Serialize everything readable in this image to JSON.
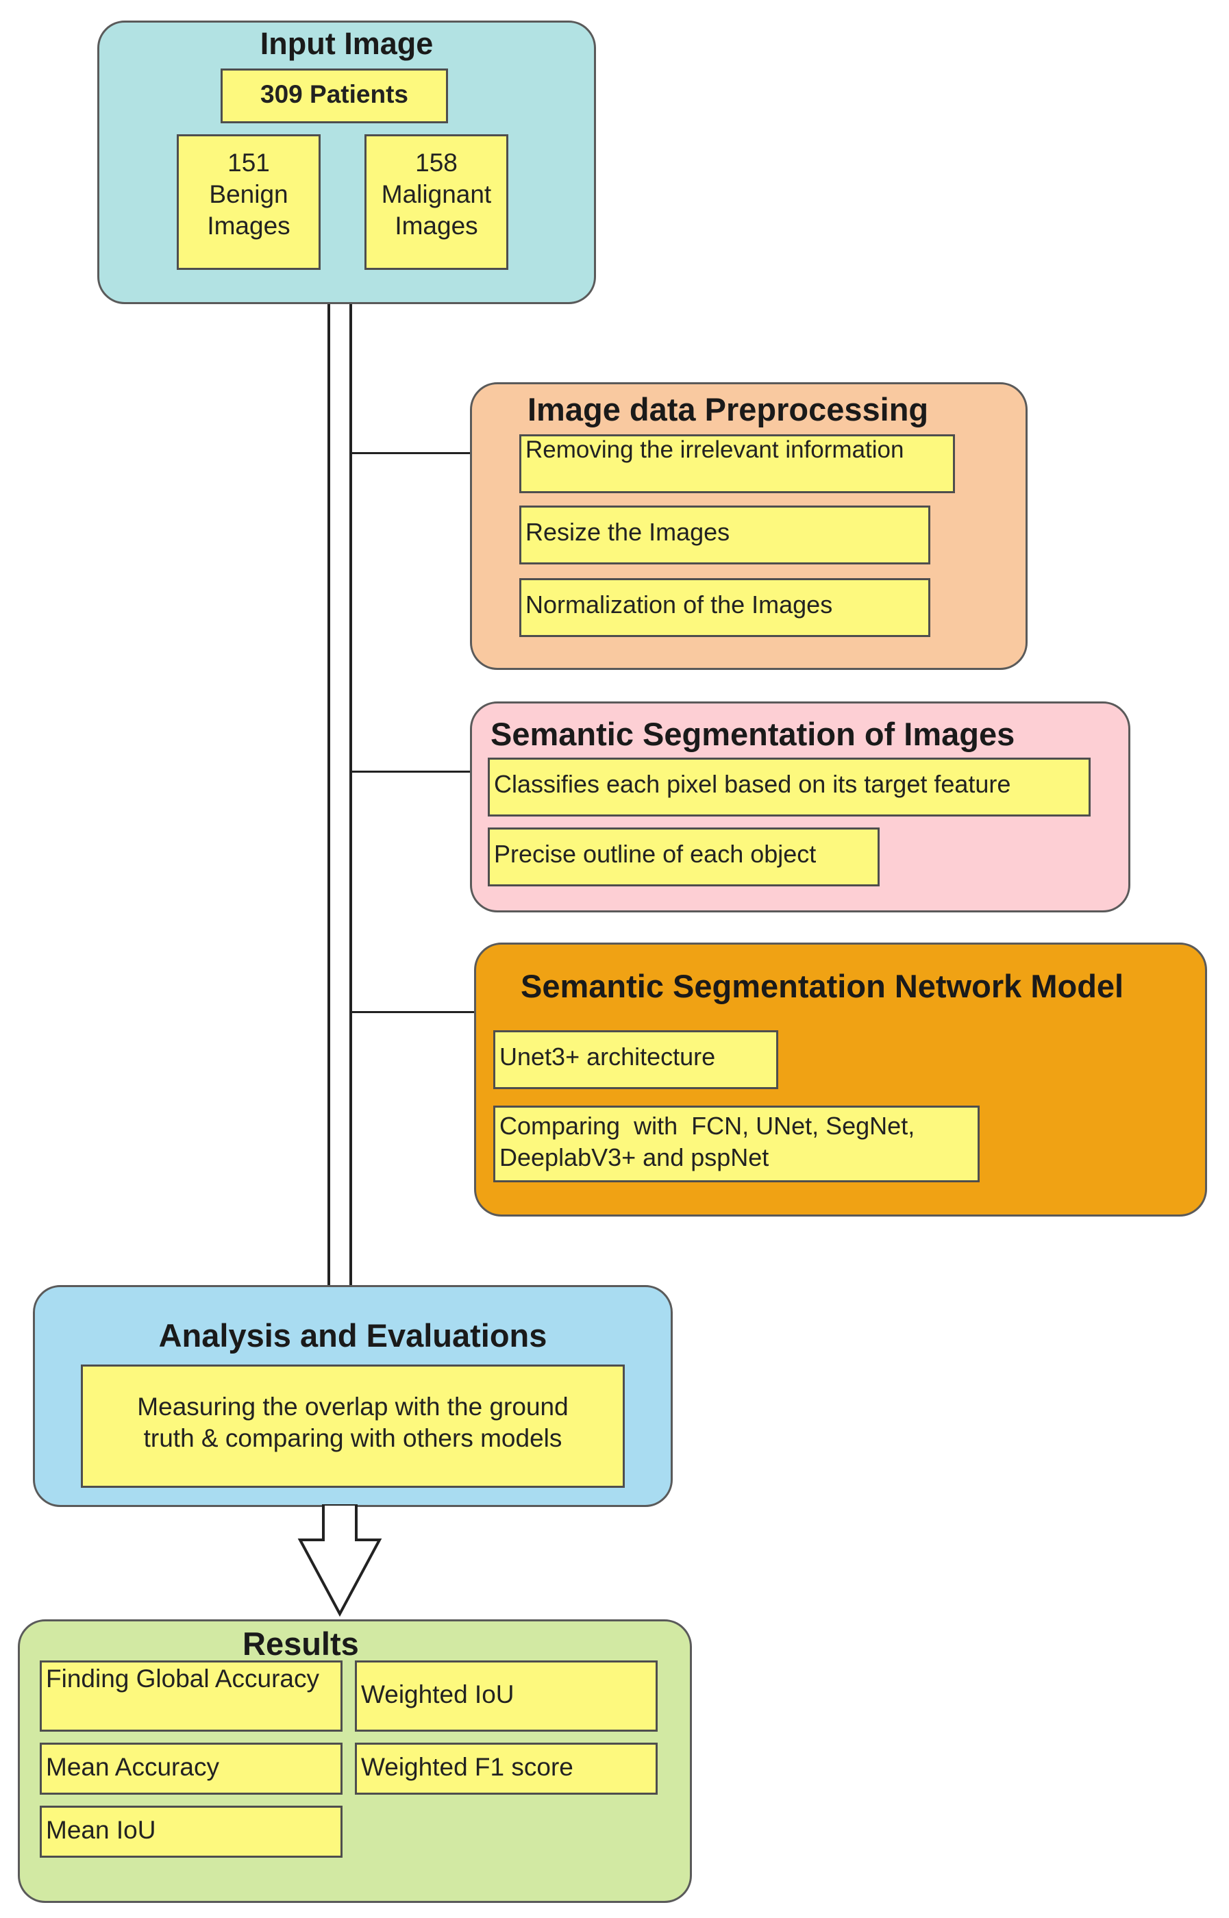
{
  "input_image": {
    "title": "Input Image",
    "patients": "309 Patients",
    "benign": "151\nBenign\nImages",
    "malignant": "158\nMalignant\nImages"
  },
  "preprocessing": {
    "title": "Image data Preprocessing",
    "items": [
      "Removing the irrelevant information",
      "Resize the Images",
      "Normalization of the Images"
    ]
  },
  "semantic_segmentation": {
    "title": "Semantic Segmentation of Images",
    "items": [
      "Classifies each pixel based on its target feature",
      "Precise outline of each object"
    ]
  },
  "network_model": {
    "title": "Semantic Segmentation Network Model",
    "items": [
      "Unet3+ architecture",
      "Comparing  with  FCN, UNet, SegNet, DeeplabV3+ and pspNet"
    ]
  },
  "analysis": {
    "title": "Analysis and Evaluations",
    "text": "Measuring the overlap with the ground truth & comparing with others models"
  },
  "results": {
    "title": "Results",
    "items": [
      "Finding Global Accuracy",
      "Weighted IoU",
      "Mean Accuracy",
      "Weighted F1 score",
      "Mean IoU"
    ]
  },
  "colors": {
    "input_panel": "#b2e2e3",
    "preprocessing_panel": "#f9c9a0",
    "segmentation_panel": "#fdcfd4",
    "network_panel": "#f0a214",
    "analysis_panel": "#a9dcf1",
    "results_panel": "#d2e9a3",
    "box_fill": "#fdf97e"
  }
}
